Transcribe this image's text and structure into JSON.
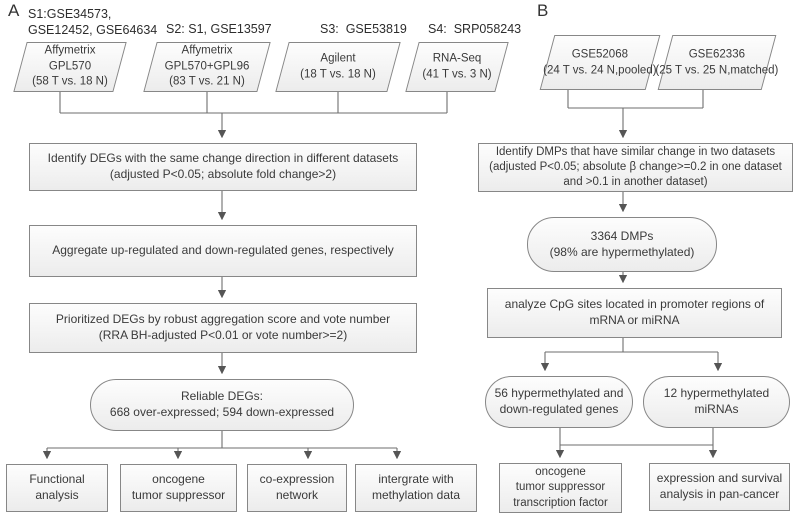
{
  "panelA": {
    "label": "A",
    "source_labels": {
      "s1": "S1:GSE34573,\nGSE12452, GSE64634",
      "s2": "S2: S1, GSE13597",
      "s3": "S3:  GSE53819",
      "s4": "S4:  SRP058243"
    },
    "datasets": {
      "affymetrix_gpl570": "Affymetrix\nGPL570\n(58 T vs. 18 N)",
      "affymetrix_gpl570_gpl96": "Affymetrix\nGPL570+GPL96\n(83 T vs. 21 N)",
      "agilent": "Agilent\n(18 T vs. 18 N)",
      "rna_seq": "RNA-Seq\n(41 T vs. 3 N)"
    },
    "steps": {
      "identify_degs": "Identify DEGs with the same change direction in different datasets\n(adjusted P<0.05; absolute fold change>2)",
      "aggregate": "Aggregate up-regulated and down-regulated genes, respectively",
      "prioritize": "Prioritized DEGs by robust aggregation score and vote number\n(RRA BH-adjusted P<0.01 or vote number>=2)"
    },
    "result": "Reliable DEGs:\n668 over-expressed; 594 down-expressed",
    "analyses": {
      "functional": "Functional\nanalysis",
      "oncogene": "oncogene\ntumor suppressor",
      "coexpression": "co-expression\nnetwork",
      "methylation": "intergrate with\nmethylation data"
    }
  },
  "panelB": {
    "label": "B",
    "datasets": {
      "gse52068": "GSE52068\n(24 T vs. 24 N,pooled)",
      "gse62336": "GSE62336\n(25 T vs. 25 N,matched)"
    },
    "steps": {
      "identify_dmps": "Identify DMPs that have similar change in two datasets\n(adjusted P<0.05; absolute β change>=0.2 in one dataset\nand >0.1 in another dataset)",
      "analyze_cpg": "analyze CpG sites located in promoter regions of\nmRNA or miRNA"
    },
    "result_dmps": "3364 DMPs\n(98% are hypermethylated)",
    "findings": {
      "genes": "56 hypermethylated and\ndown-regulated genes",
      "mirnas": "12 hypermethylated\nmiRNAs"
    },
    "analyses": {
      "oncogene_tf": "oncogene\ntumor suppressor\ntranscription factor",
      "pan_cancer": "expression and survival\nanalysis in pan-cancer"
    }
  },
  "colors": {
    "node_border": "#878787",
    "node_fill_top": "#fdfdfd",
    "node_fill_bottom": "#ececec",
    "connector": "#6e6e6e",
    "text": "#3a3a3a"
  }
}
